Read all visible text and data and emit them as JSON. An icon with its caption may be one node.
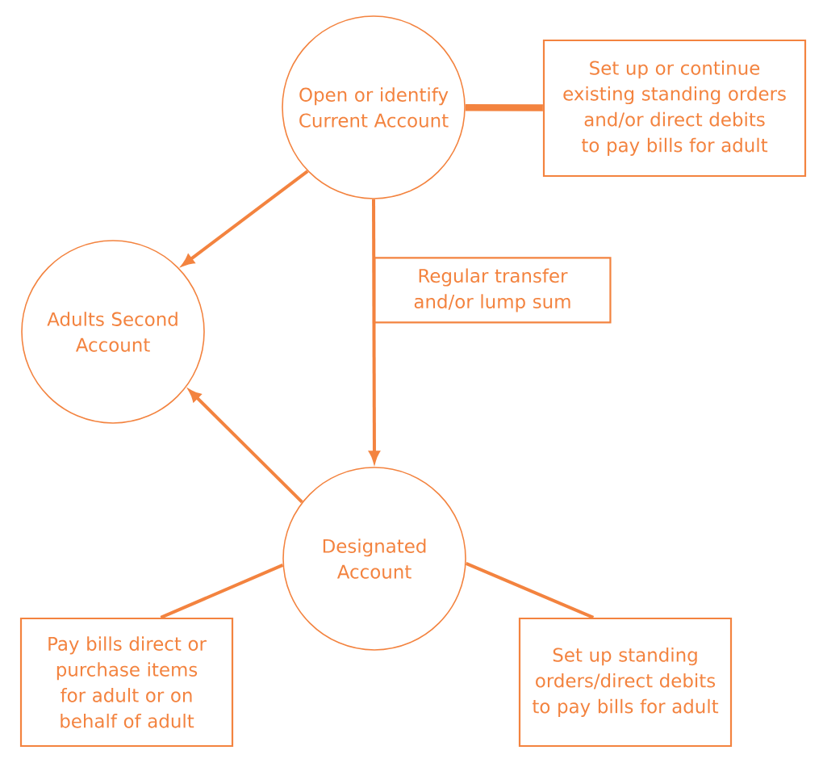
{
  "diagram": {
    "nodes": [
      {
        "text": [
          "Open or identify Current Account"
        ]
      },
      {
        "text": [
          "Set up or continue existing standing orders and/or direct debits to pay bills for adult"
        ]
      },
      {
        "text": [
          "Adults Second Account"
        ]
      },
      {
        "text": [
          "Designated Account"
        ]
      },
      {
        "text": [
          "Pay bills direct or purchase items for adult or on behalf of adult"
        ]
      },
      {
        "text": [
          "Set up standing orders/direct debits to pay bills for adult"
        ]
      }
    ],
    "edges": [
      {
        "from": 0,
        "to": 2,
        "arrow": "to"
      },
      {
        "from": 0,
        "to": 3,
        "arrow": "to",
        "label": "Regular transfer and/or lump sum"
      },
      {
        "from": 0,
        "to": 1,
        "arrow": "none",
        "style": "thick"
      },
      {
        "from": 3,
        "to": 2,
        "arrow": "to"
      },
      {
        "from": 3,
        "to": 4,
        "arrow": "none"
      },
      {
        "from": 3,
        "to": 5,
        "arrow": "none"
      }
    ]
  }
}
